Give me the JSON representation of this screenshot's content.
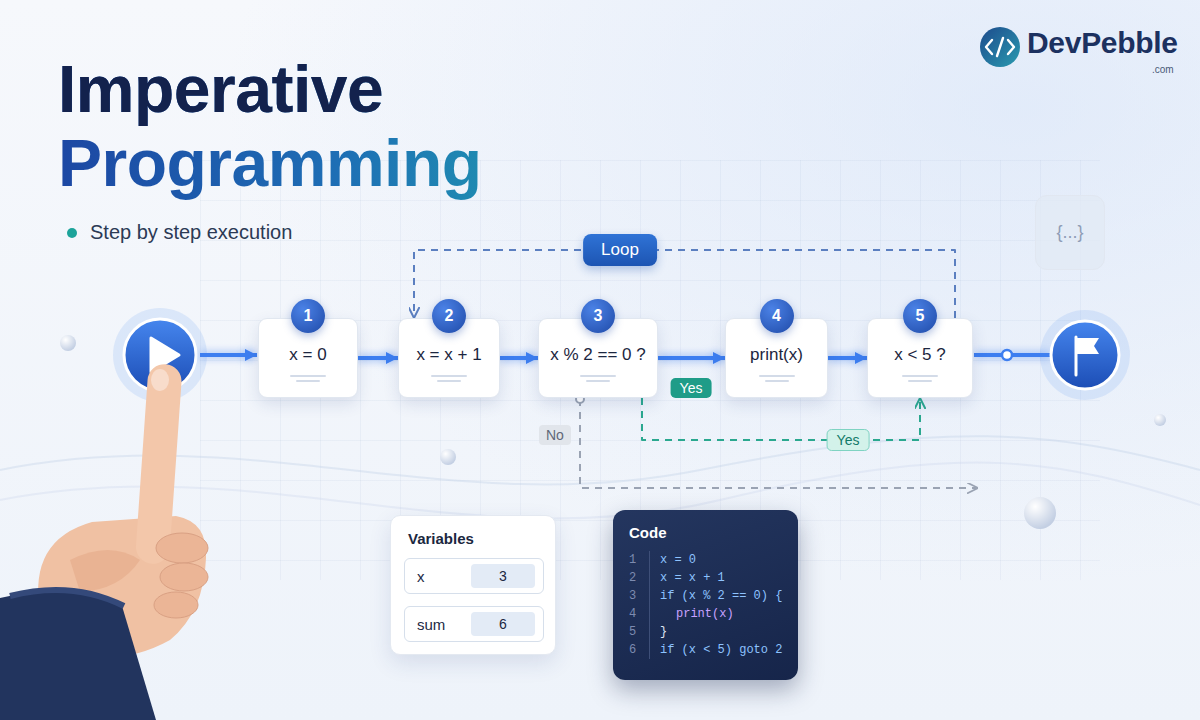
{
  "diagram": {
    "title": "Imperative Programming",
    "nodes": [
      {
        "text": [
          "1",
          "x = 0"
        ]
      },
      {
        "text": [
          "2",
          "x = x + 1"
        ]
      },
      {
        "text": [
          "3",
          "x % 2 == 0 ?"
        ]
      },
      {
        "text": [
          "4",
          "print(x)"
        ]
      },
      {
        "text": [
          "5",
          "x < 5 ?"
        ]
      },
      {
        "text": [
          "Variables"
        ]
      },
      {
        "text": [
          "x",
          "3"
        ],
        "in": 5
      },
      {
        "text": [
          "sum",
          "6"
        ],
        "in": 5
      },
      {
        "text": [
          "Code",
          "1",
          "x = 0",
          "2",
          "x = x + 1",
          "3",
          "if (x % 2 == 0) {",
          "4",
          "print(x)",
          "5",
          "}",
          "6",
          "if (x < 5) goto 2"
        ]
      }
    ],
    "edges": [
      {
        "from": 0,
        "to": 1,
        "arrow": "to"
      },
      {
        "from": 1,
        "to": 2,
        "arrow": "to"
      },
      {
        "from": 2,
        "to": 3,
        "arrow": "to",
        "label": "Yes"
      },
      {
        "from": 3,
        "to": 4,
        "arrow": "to"
      },
      {
        "from": 4,
        "to": 1,
        "arrow": "to",
        "label": "Loop"
      },
      {
        "from": 2,
        "to": 4,
        "arrow": "to",
        "label": "Yes"
      }
    ],
    "labels": [
      "Step by step execution",
      "DevPebble",
      ".com",
      "{...}",
      "No"
    ]
  }
}
